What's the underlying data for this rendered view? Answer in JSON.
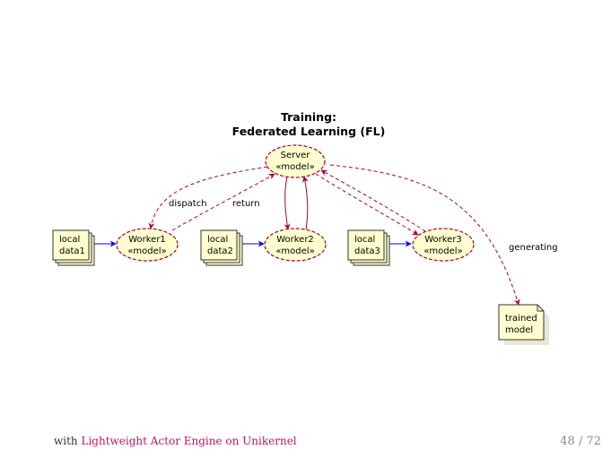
{
  "diagram": {
    "title_line1": "Training:",
    "title_line2": "Federated Learning (FL)",
    "server": {
      "line1": "Server",
      "line2": "«model»"
    },
    "workers": [
      {
        "line1": "Worker1",
        "line2": "«model»"
      },
      {
        "line1": "Worker2",
        "line2": "«model»"
      },
      {
        "line1": "Worker3",
        "line2": "«model»"
      }
    ],
    "data_notes": [
      {
        "line1": "local",
        "line2": "data1"
      },
      {
        "line1": "local",
        "line2": "data2"
      },
      {
        "line1": "local",
        "line2": "data3"
      }
    ],
    "output_note": {
      "line1": "trained",
      "line2": "model"
    },
    "edge_labels": {
      "dispatch": "dispatch",
      "return": "return",
      "generating": "generating"
    },
    "colors": {
      "node_fill": "#fefece",
      "node_stroke": "#a80036",
      "data_edge": "#0000ff",
      "note_stroke": "#333333"
    }
  },
  "footer": {
    "prefix": "with ",
    "title": "Lightweight Actor Engine on Unikernel",
    "page": "48 / 72"
  }
}
